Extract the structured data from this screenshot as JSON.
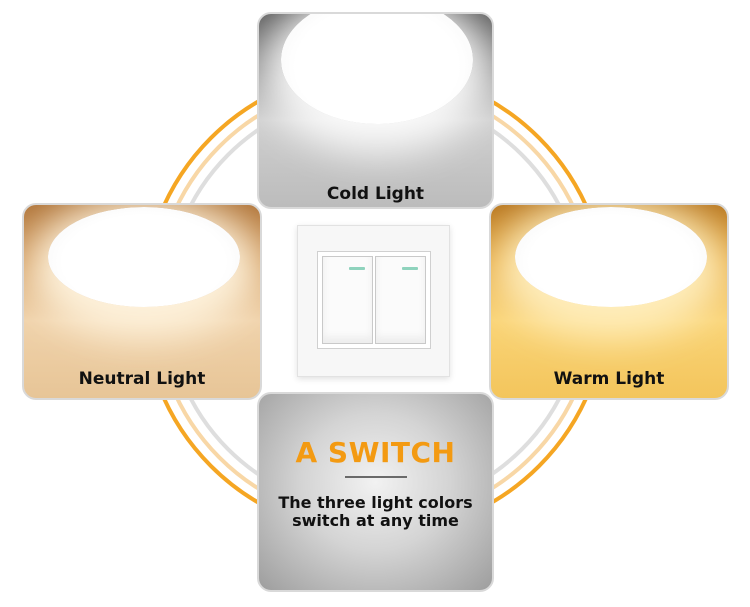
{
  "cards": {
    "cold": {
      "label": "Cold Light"
    },
    "neutral": {
      "label": "Neutral Light"
    },
    "warm": {
      "label": "Warm Light"
    }
  },
  "info": {
    "title": "A SWITCH",
    "text_line1": "The three light colors",
    "text_line2": "switch at any time"
  },
  "colors": {
    "accent": "#f39a12",
    "ring_orange": "#f5a623",
    "ring_light": "#f8d7a6",
    "ring_gray": "#dedede"
  },
  "icons": [
    "ceiling-lamp-icon",
    "wall-switch-icon"
  ]
}
